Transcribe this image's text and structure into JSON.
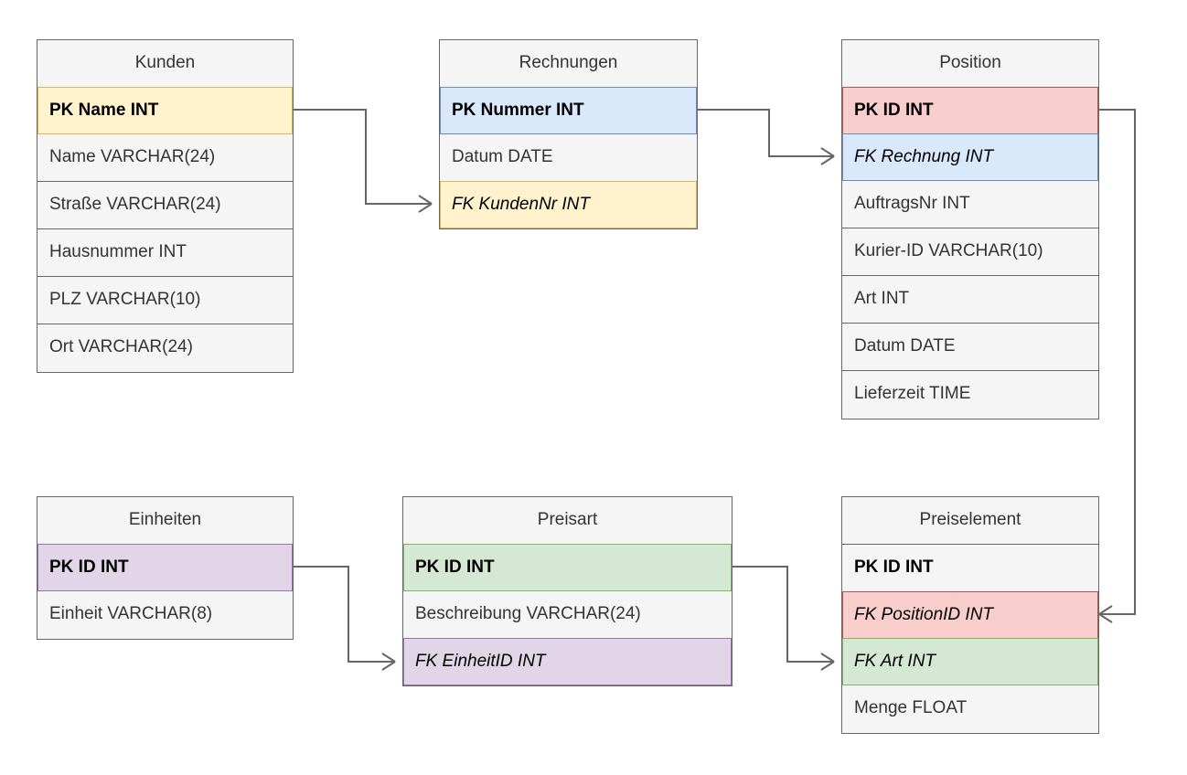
{
  "diagram": {
    "type": "entity-relationship-diagram",
    "notation": "crow's foot",
    "background": "#ffffff",
    "palette": {
      "yellow_fill": "#fff2cc",
      "yellow_stroke": "#d6b656",
      "blue_fill": "#dae8fc",
      "blue_stroke": "#6c8ebf",
      "red_fill": "#f8cecc",
      "red_stroke": "#b85450",
      "green_fill": "#d5e8d4",
      "green_stroke": "#82b366",
      "purple_fill": "#e1d5e7",
      "purple_stroke": "#9673a6",
      "neutral_fill": "#f5f5f5",
      "neutral_stroke": "#666666",
      "text": "#333333"
    }
  },
  "entities": [
    {
      "id": "kunden",
      "title": "Kunden",
      "attributes": [
        {
          "label": "PK Name INT",
          "role": "pk",
          "color": "yellow"
        },
        {
          "label": "Name VARCHAR(24)",
          "role": "attr",
          "color": "none"
        },
        {
          "label": "Straße VARCHAR(24)",
          "role": "attr",
          "color": "none"
        },
        {
          "label": "Hausnummer INT",
          "role": "attr",
          "color": "none"
        },
        {
          "label": "PLZ VARCHAR(10)",
          "role": "attr",
          "color": "none"
        },
        {
          "label": "Ort VARCHAR(24)",
          "role": "attr",
          "color": "none"
        }
      ]
    },
    {
      "id": "rechnungen",
      "title": "Rechnungen",
      "attributes": [
        {
          "label": "PK Nummer INT",
          "role": "pk",
          "color": "blue"
        },
        {
          "label": "Datum DATE",
          "role": "attr",
          "color": "none"
        },
        {
          "label": "FK KundenNr INT",
          "role": "fk",
          "color": "yellow"
        }
      ]
    },
    {
      "id": "position",
      "title": "Position",
      "attributes": [
        {
          "label": "PK ID INT",
          "role": "pk",
          "color": "red"
        },
        {
          "label": "FK Rechnung INT",
          "role": "fk",
          "color": "blue"
        },
        {
          "label": "AuftragsNr INT",
          "role": "attr",
          "color": "none"
        },
        {
          "label": "Kurier-ID VARCHAR(10)",
          "role": "attr",
          "color": "none"
        },
        {
          "label": "Art INT",
          "role": "attr",
          "color": "none"
        },
        {
          "label": "Datum DATE",
          "role": "attr",
          "color": "none"
        },
        {
          "label": "Lieferzeit TIME",
          "role": "attr",
          "color": "none"
        }
      ]
    },
    {
      "id": "einheiten",
      "title": "Einheiten",
      "attributes": [
        {
          "label": "PK ID INT",
          "role": "pk",
          "color": "purple"
        },
        {
          "label": "Einheit VARCHAR(8)",
          "role": "attr",
          "color": "none"
        }
      ]
    },
    {
      "id": "preisart",
      "title": "Preisart",
      "attributes": [
        {
          "label": "PK ID INT",
          "role": "pk",
          "color": "green"
        },
        {
          "label": "Beschreibung VARCHAR(24)",
          "role": "attr",
          "color": "none"
        },
        {
          "label": "FK EinheitID INT",
          "role": "fk",
          "color": "purple"
        }
      ]
    },
    {
      "id": "preiselement",
      "title": "Preiselement",
      "attributes": [
        {
          "label": "PK ID INT",
          "role": "pk",
          "color": "none"
        },
        {
          "label": "FK PositionID INT",
          "role": "fk",
          "color": "red"
        },
        {
          "label": "FK Art INT",
          "role": "fk",
          "color": "green"
        },
        {
          "label": "Menge FLOAT",
          "role": "attr",
          "color": "none"
        }
      ]
    }
  ],
  "relationships": [
    {
      "id": "rel-kunden-rechnungen",
      "from": "Kunden.PK Name INT",
      "to": "Rechnungen.FK KundenNr INT",
      "cardinality": "one-to-many"
    },
    {
      "id": "rel-rechnungen-position",
      "from": "Rechnungen.PK Nummer INT",
      "to": "Position.FK Rechnung INT",
      "cardinality": "one-to-many"
    },
    {
      "id": "rel-position-preiselement",
      "from": "Position.PK ID INT",
      "to": "Preiselement.FK PositionID INT",
      "cardinality": "one-to-many"
    },
    {
      "id": "rel-einheiten-preisart",
      "from": "Einheiten.PK ID INT",
      "to": "Preisart.FK EinheitID INT",
      "cardinality": "one-to-many"
    },
    {
      "id": "rel-preisart-preiselement",
      "from": "Preisart.PK ID INT",
      "to": "Preiselement.FK Art INT",
      "cardinality": "one-to-many"
    }
  ]
}
